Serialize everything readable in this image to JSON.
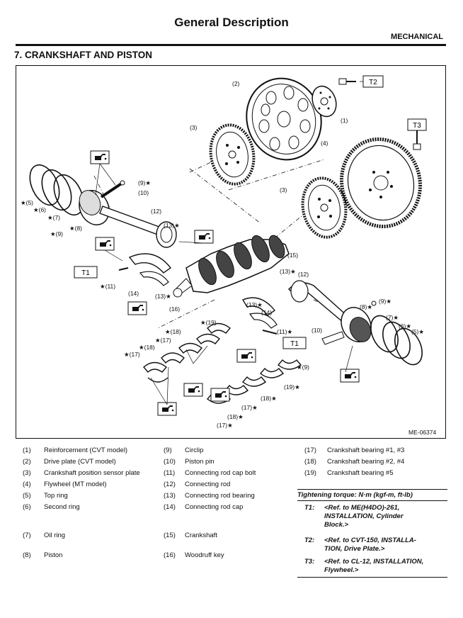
{
  "header": {
    "title": "General Description",
    "section": "MECHANICAL"
  },
  "heading": "7. CRANKSHAFT AND PISTON",
  "figure": {
    "code": "ME-06374",
    "labels": {
      "l2": "(2)",
      "l1": "(1)",
      "l3a": "(3)",
      "l3b": "(3)",
      "l4": "(4)",
      "l9a": "(9)★",
      "l10a": "(10)",
      "l5a": "★(5)",
      "l6a": "★(6)",
      "l7a": "★(7)",
      "l8a": "★(8)",
      "l9b": "★(9)",
      "l12a": "(12)",
      "l13a": "(13)★",
      "l15": "(15)",
      "l13b": "(13)★",
      "l12b": "(12)",
      "l11a": "★(11)",
      "l14a": "(14)",
      "l13c": "(13)★",
      "l16": "(16)",
      "l13d": "(13)★",
      "l14b": "(14)",
      "l8b": "(8)★",
      "l9c": "(9)★",
      "l7b": "(7)★",
      "l6b": "(6)★",
      "l5b": "(5)★",
      "l10b": "(10)",
      "l11b": "(11)★",
      "l9d": "★(9)",
      "l19a": "★(19)",
      "l18a": "★(18)",
      "l17a": "★(17)",
      "l18b": "★(18)",
      "l17b": "★(17)",
      "l19b": "(19)★",
      "l18c": "(18)★",
      "l17c": "(17)★",
      "l18d": "(18)★",
      "l17d": "(17)★"
    },
    "tags": {
      "t2": "T2",
      "t3": "T3",
      "t1a": "T1",
      "t1b": "T1"
    }
  },
  "legend": {
    "col1": [
      {
        "num": "(1)",
        "text": "Reinforcement (CVT model)"
      },
      {
        "num": "(2)",
        "text": "Drive plate (CVT model)"
      },
      {
        "num": "(3)",
        "text": "Crankshaft position sensor plate"
      },
      {
        "num": "(4)",
        "text": "Flywheel (MT model)"
      },
      {
        "num": "(5)",
        "text": "Top ring"
      },
      {
        "num": "(6)",
        "text": "Second ring"
      },
      {
        "num": "(7)",
        "text": "Oil ring"
      },
      {
        "num": "(8)",
        "text": "Piston"
      }
    ],
    "col2": [
      {
        "num": "(9)",
        "text": "Circlip"
      },
      {
        "num": "(10)",
        "text": "Piston pin"
      },
      {
        "num": "(11)",
        "text": "Connecting rod cap bolt"
      },
      {
        "num": "(12)",
        "text": "Connecting rod"
      },
      {
        "num": "(13)",
        "text": "Connecting rod bearing"
      },
      {
        "num": "(14)",
        "text": "Connecting rod cap"
      },
      {
        "num": "(15)",
        "text": "Crankshaft"
      },
      {
        "num": "(16)",
        "text": "Woodruff key"
      }
    ],
    "col3": [
      {
        "num": "(17)",
        "text": "Crankshaft bearing #1, #3"
      },
      {
        "num": "(18)",
        "text": "Crankshaft bearing #2, #4"
      },
      {
        "num": "(19)",
        "text": "Crankshaft bearing #5"
      }
    ]
  },
  "torque": {
    "title": "Tightening torque: N·m (kgf-m, ft-lb)",
    "items": [
      {
        "key": "T1:",
        "line1": "<Ref. to ME(H4DO)-261,",
        "line2": "INSTALLATION, Cylinder",
        "line3": "Block.>"
      },
      {
        "key": "T2:",
        "line1": "<Ref. to CVT-150, INSTALLA-",
        "line2": "TION, Drive Plate.>",
        "line3": ""
      },
      {
        "key": "T3:",
        "line1": "<Ref. to CL-12, INSTALLATION,",
        "line2": "Flywheel.>",
        "line3": ""
      }
    ]
  }
}
